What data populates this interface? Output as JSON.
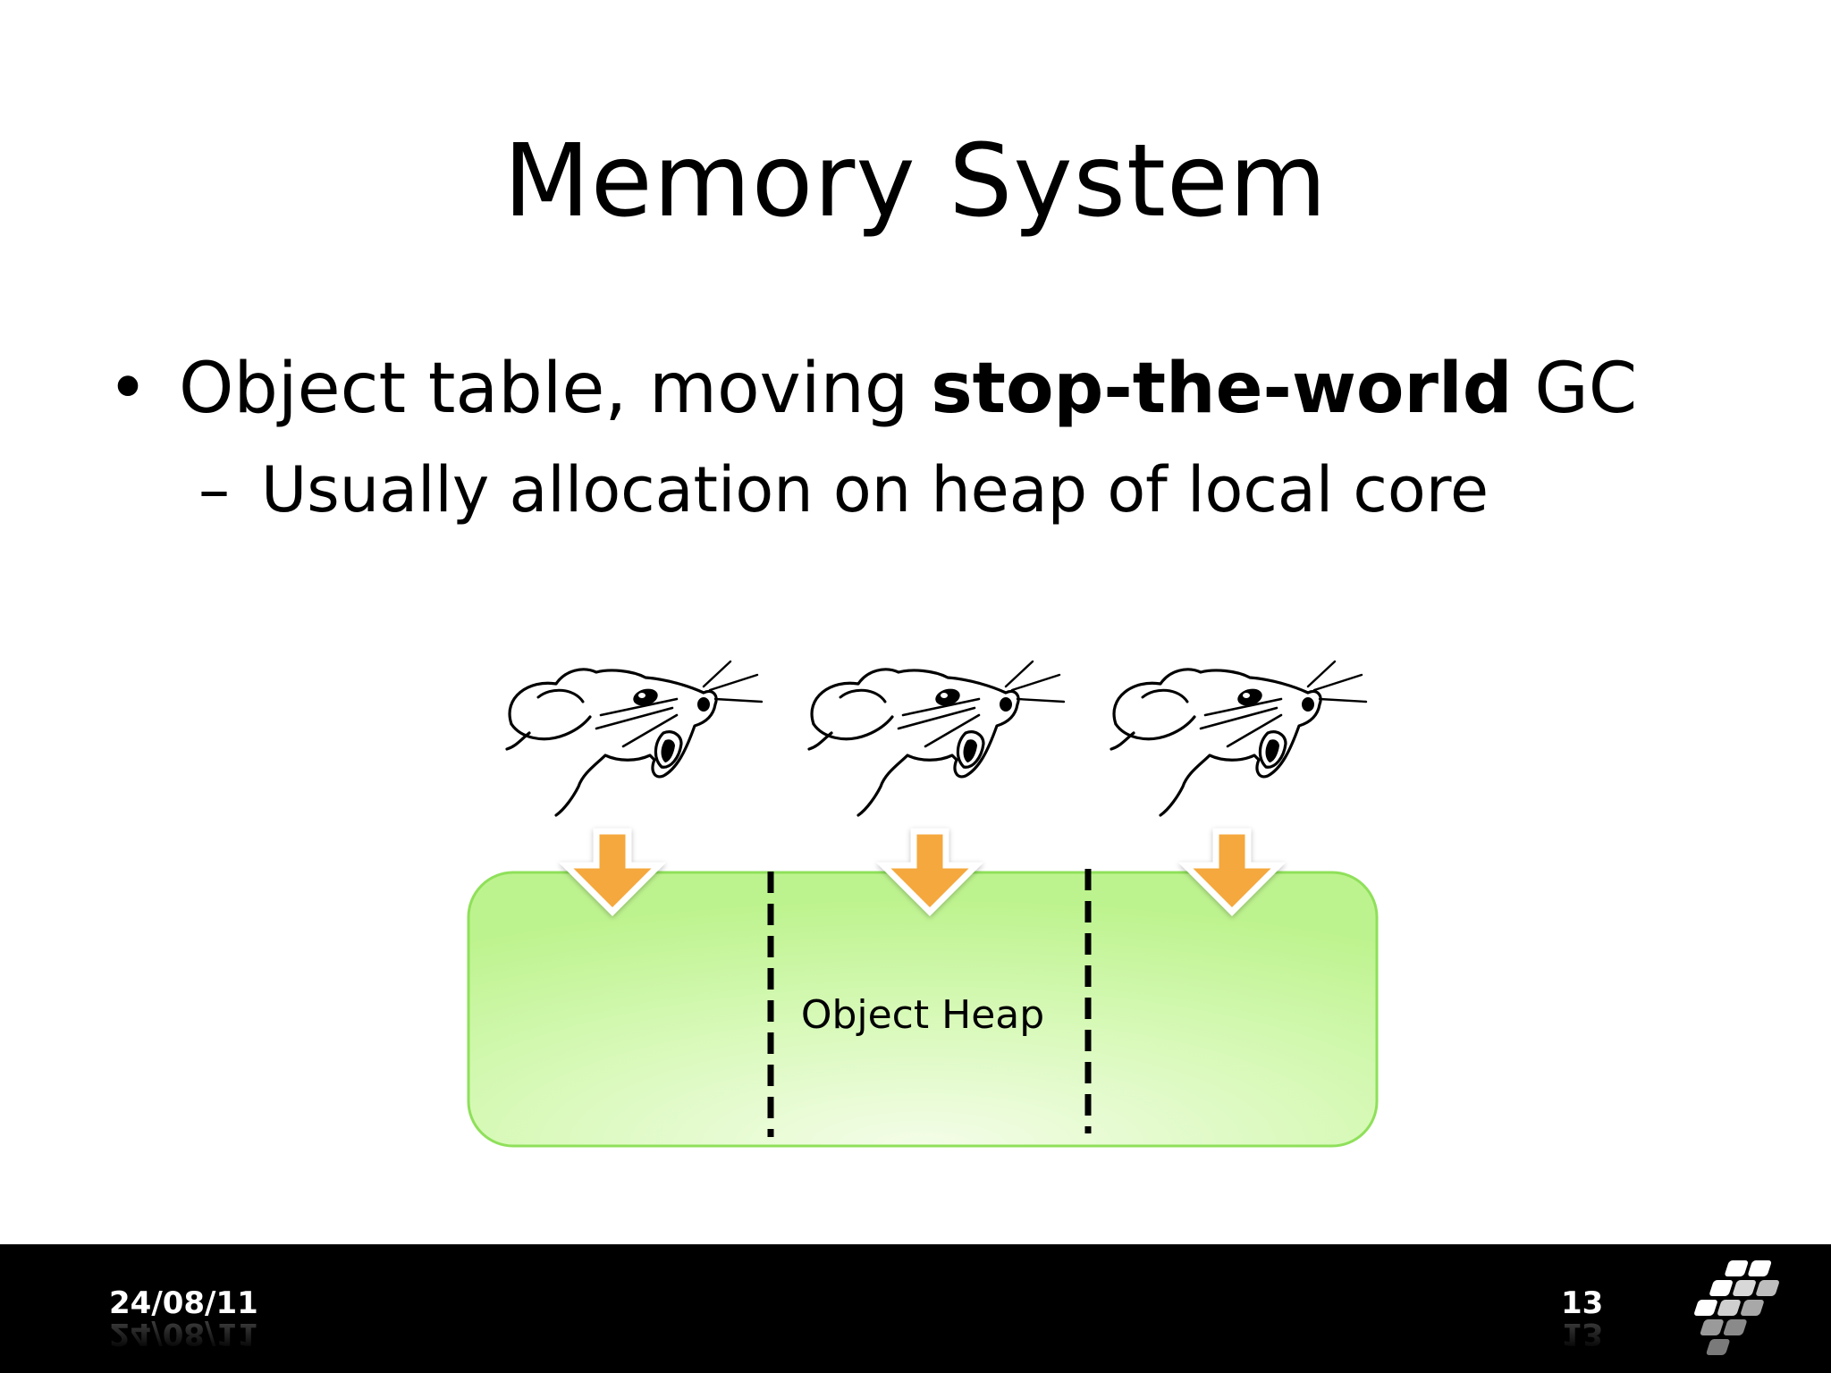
{
  "slide": {
    "title": "Memory System",
    "bullet": {
      "marker": "•",
      "text_before": "Object table, moving ",
      "text_bold": "stop-the-world",
      "text_after": " GC"
    },
    "subbullet": {
      "marker": "–",
      "text": "Usually allocation on heap of local core"
    }
  },
  "diagram": {
    "heap_label": "Object Heap",
    "core_count": 3,
    "colors": {
      "heap_fill": "#c4f59a",
      "heap_stroke": "#8fe05a",
      "arrow_fill": "#f5a83c",
      "divider": "#000000"
    },
    "icons": [
      "rat-icon",
      "rat-icon",
      "rat-icon"
    ]
  },
  "footer": {
    "date": "24/08/11",
    "page_number": "13",
    "background": "#000000"
  }
}
